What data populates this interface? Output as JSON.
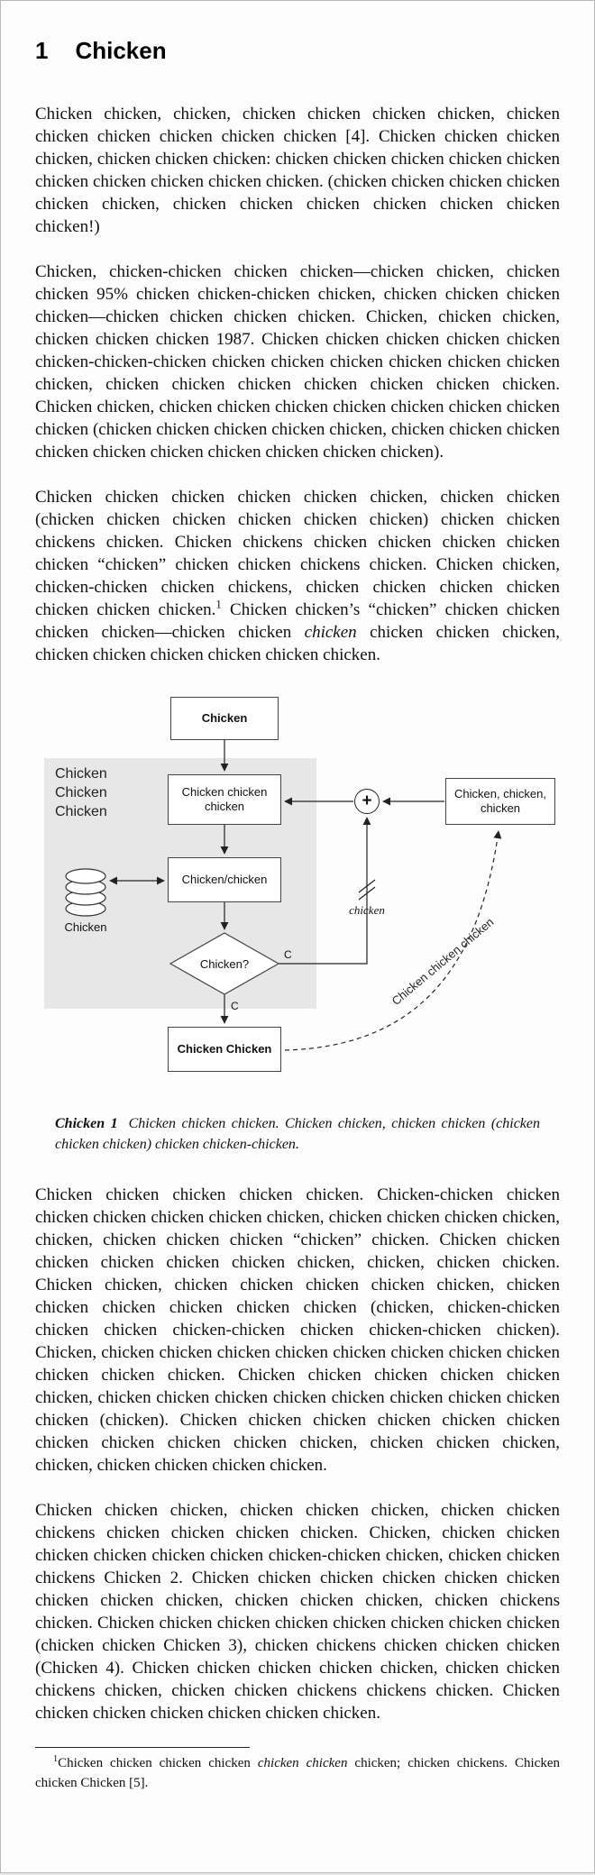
{
  "heading": {
    "number": "1",
    "title": "Chicken"
  },
  "colors": {
    "figure_region_bg": "#e7e7e7",
    "node_border": "#444444",
    "text": "#111111"
  },
  "paragraphs_before": [
    {
      "segments": [
        {
          "t": "Chicken chicken, chicken, chicken chicken chicken chicken, chicken chicken chicken chicken chicken chicken [4]. Chicken chicken chicken chicken, chicken chicken chicken: chicken chicken chicken chicken chicken chicken chicken chicken chicken chicken. (chicken chicken chicken chicken chicken chicken, chicken chicken chicken chicken chicken chicken chicken!)"
        }
      ]
    },
    {
      "segments": [
        {
          "t": "Chicken, chicken-chicken chicken chicken—chicken chicken, chicken chicken 95% chicken chicken-chicken chicken, chicken chicken chicken chicken—chicken chicken chicken chicken. Chicken, chicken chicken, chicken chicken chicken 1987. Chicken chicken chicken chicken chicken chicken-chicken-chicken chicken chicken chicken chicken chicken chicken chicken, chicken chicken chicken chicken chicken chicken chicken. Chicken chicken, chicken chicken chicken chicken chicken chicken chicken chicken (chicken chicken chicken chicken chicken, chicken chicken chicken chicken chicken chicken chicken chicken chicken chicken)."
        }
      ]
    },
    {
      "segments": [
        {
          "t": "Chicken chicken chicken chicken chicken chicken, chicken chicken (chicken chicken chicken chicken chicken chicken) chicken chicken chickens chicken. Chicken chickens chicken chicken chicken chicken chicken “chicken” chicken chicken chickens chicken. Chicken chicken, chicken-chicken chicken chickens, chicken chicken chicken chicken chicken chicken chicken."
        },
        {
          "t": "1",
          "s": "sup"
        },
        {
          "t": " Chicken chicken’s “chicken” chicken chicken chicken chicken—chicken chicken "
        },
        {
          "t": "chicken",
          "s": "i"
        },
        {
          "t": " chicken chicken chicken, chicken chicken chicken chicken chicken chicken."
        }
      ]
    }
  ],
  "paragraphs_after": [
    {
      "segments": [
        {
          "t": "Chicken chicken chicken chicken chicken. Chicken-chicken chicken chicken chicken chicken chicken chicken, chicken chicken chicken chicken, chicken, chicken chicken chicken “chicken” chicken. Chicken chicken chicken chicken chicken chicken chicken, chicken, chicken chicken. Chicken chicken, chicken chicken chicken chicken chicken, chicken chicken chicken chicken chicken chicken (chicken, chicken-chicken chicken chicken chicken-chicken chicken chicken-chicken chicken). Chicken, chicken chicken chicken chicken chicken chicken chicken chicken chicken chicken chicken. Chicken chicken chicken chicken chicken chicken, chicken chicken chicken chicken chicken chicken chicken chicken chicken (chicken). Chicken chicken chicken chicken chicken chicken chicken chicken chicken chicken chicken, chicken chicken chicken, chicken, chicken chicken chicken chicken."
        }
      ]
    },
    {
      "segments": [
        {
          "t": "Chicken chicken chicken, chicken chicken chicken, chicken chicken chickens chicken chicken chicken chicken. Chicken, chicken chicken chicken chicken chicken chicken chicken-chicken chicken, chicken chicken chickens Chicken 2. Chicken chicken chicken chicken chicken chicken chicken chicken chicken, chicken chicken chicken, chicken chickens chicken. Chicken chicken chicken chicken chicken chicken chicken chicken (chicken chicken Chicken 3), chicken chickens chicken chicken chicken (Chicken 4). Chicken chicken chicken chicken chicken, chicken chicken chickens chicken, chicken chicken chickens chickens chicken. Chicken chicken chicken chicken chicken chicken chicken."
        }
      ]
    }
  ],
  "figure": {
    "region_label_lines": [
      "Chicken",
      "Chicken",
      "Chicken"
    ],
    "nodes": {
      "start": "Chicken",
      "process1": "Chicken chicken chicken",
      "process2": "Chicken/chicken",
      "decision": "Chicken?",
      "result": "Chicken Chicken",
      "input": "Chicken, chicken, chicken",
      "plus": "+",
      "database": "Chicken"
    },
    "labels": {
      "branch_right": "C",
      "branch_down": "C",
      "wire": "chicken",
      "feedback": "Chicken chicken chicken"
    },
    "caption": {
      "label": "Chicken 1",
      "text": "Chicken chicken chicken. Chicken chicken, chicken chicken (chicken chicken chicken) chicken chicken-chicken."
    }
  },
  "footnote": {
    "segments": [
      {
        "t": "1",
        "s": "sup"
      },
      {
        "t": "Chicken chicken chicken chicken "
      },
      {
        "t": "chicken chicken",
        "s": "i"
      },
      {
        "t": " chicken; chicken chickens. Chicken chicken Chicken [5]."
      }
    ]
  }
}
